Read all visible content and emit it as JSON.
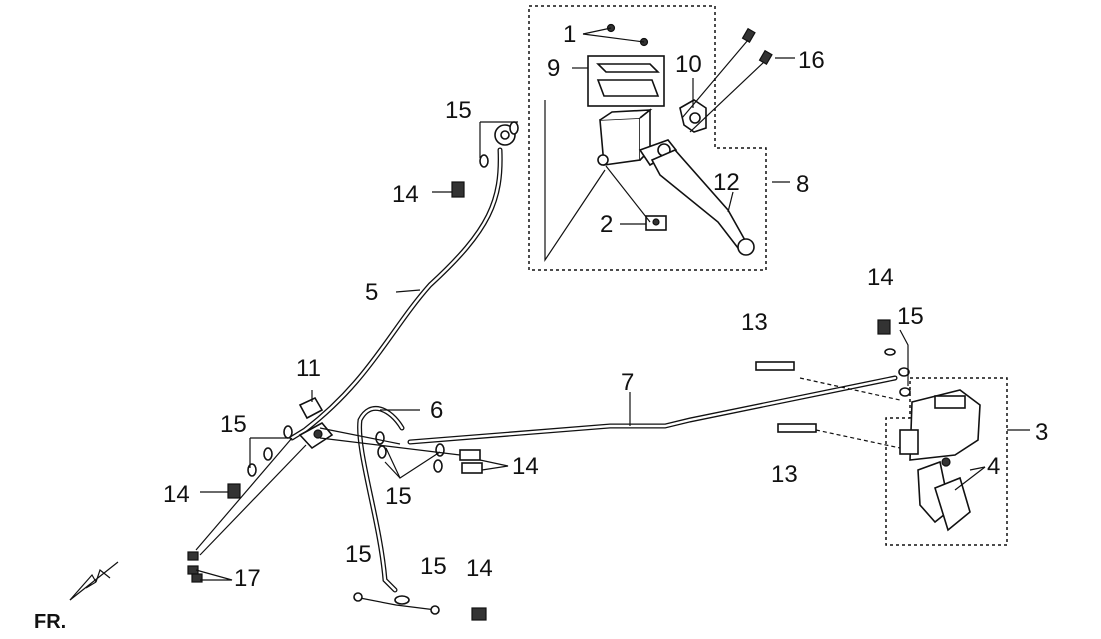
{
  "labels": {
    "l1": "1",
    "l2": "2",
    "l3": "3",
    "l4": "4",
    "l5": "5",
    "l6": "6",
    "l7": "7",
    "l8": "8",
    "l9": "9",
    "l10": "10",
    "l11": "11",
    "l12": "12",
    "l13a": "13",
    "l13b": "13",
    "l14a": "14",
    "l14b": "14",
    "l14c": "14",
    "l14d": "14",
    "l14e": "14",
    "l15a": "15",
    "l15b": "15",
    "l15c": "15",
    "l15d": "15",
    "l15e": "15",
    "l15f": "15",
    "l16": "16",
    "l17": "17"
  },
  "direction": "FR."
}
